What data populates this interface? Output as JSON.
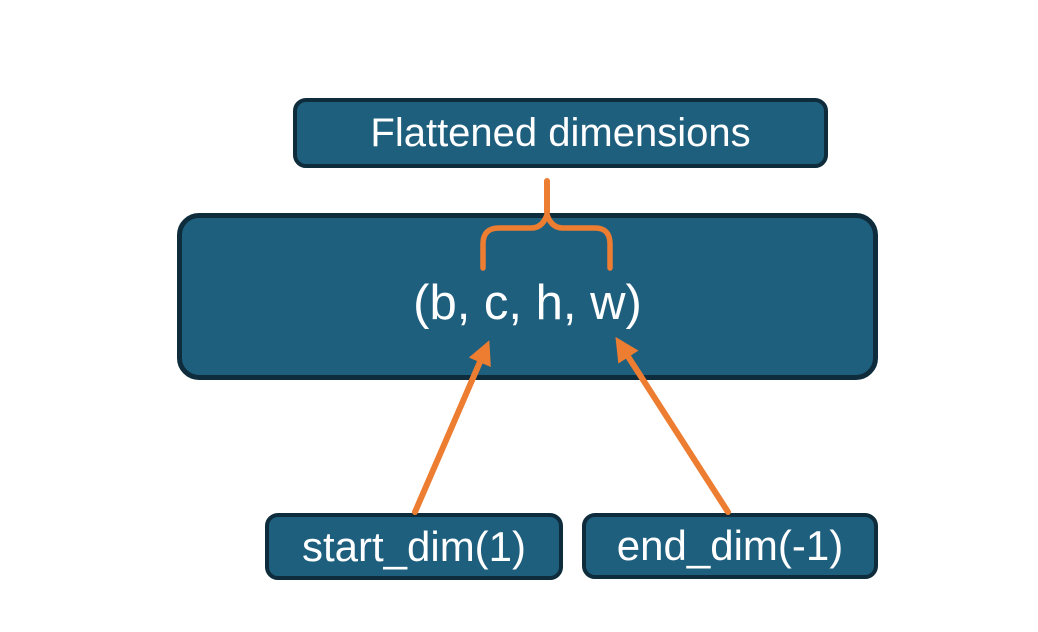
{
  "diagram": {
    "title_box": {
      "label": "Flattened dimensions"
    },
    "tensor_box": {
      "label": "(b, c, h, w)"
    },
    "param_boxes": [
      {
        "label": "start_dim(1)"
      },
      {
        "label": "end_dim(-1)"
      }
    ]
  },
  "colors": {
    "background": "#FFFFFF",
    "box_fill": "#1F5F7E",
    "box_border": "#0E2C3B",
    "connector_orange": "#ED7D31",
    "text": "#FFFFFF"
  }
}
